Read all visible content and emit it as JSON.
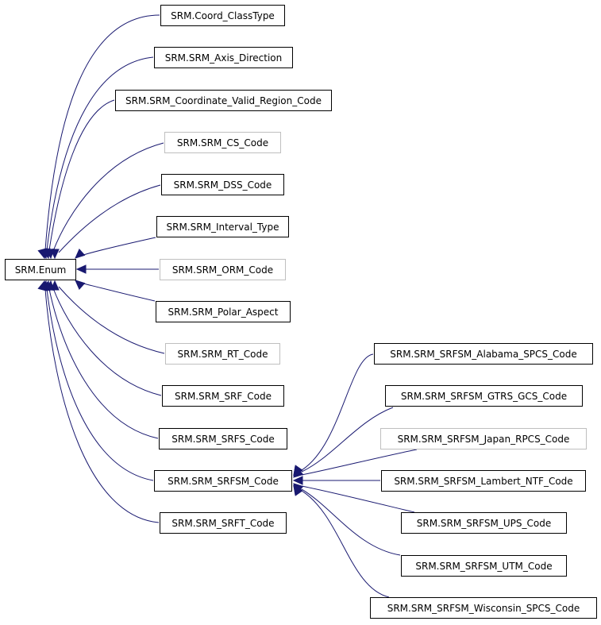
{
  "colors": {
    "edge": "#191970",
    "border": "#000000",
    "border_undocumented": "#bfbfbf",
    "background": "#ffffff"
  },
  "root": {
    "label": "SRM.Enum"
  },
  "classes": [
    {
      "id": "coord-classtype",
      "label": "SRM.Coord_ClassType",
      "documented": true
    },
    {
      "id": "axis-direction",
      "label": "SRM.SRM_Axis_Direction",
      "documented": true
    },
    {
      "id": "coordinate-valid-region-code",
      "label": "SRM.SRM_Coordinate_Valid_Region_Code",
      "documented": true
    },
    {
      "id": "cs-code",
      "label": "SRM.SRM_CS_Code",
      "documented": false
    },
    {
      "id": "dss-code",
      "label": "SRM.SRM_DSS_Code",
      "documented": true
    },
    {
      "id": "interval-type",
      "label": "SRM.SRM_Interval_Type",
      "documented": true
    },
    {
      "id": "orm-code",
      "label": "SRM.SRM_ORM_Code",
      "documented": false
    },
    {
      "id": "polar-aspect",
      "label": "SRM.SRM_Polar_Aspect",
      "documented": true
    },
    {
      "id": "rt-code",
      "label": "SRM.SRM_RT_Code",
      "documented": false
    },
    {
      "id": "srf-code",
      "label": "SRM.SRM_SRF_Code",
      "documented": true
    },
    {
      "id": "srfs-code",
      "label": "SRM.SRM_SRFS_Code",
      "documented": true
    },
    {
      "id": "srfsm-code",
      "label": "SRM.SRM_SRFSM_Code",
      "documented": true
    },
    {
      "id": "srft-code",
      "label": "SRM.SRM_SRFT_Code",
      "documented": true
    }
  ],
  "subclasses": [
    {
      "id": "alabama-spcs-code",
      "label": "SRM.SRM_SRFSM_Alabama_SPCS_Code",
      "documented": true
    },
    {
      "id": "gtrs-gcs-code",
      "label": "SRM.SRM_SRFSM_GTRS_GCS_Code",
      "documented": true
    },
    {
      "id": "japan-rpcs-code",
      "label": "SRM.SRM_SRFSM_Japan_RPCS_Code",
      "documented": false
    },
    {
      "id": "lambert-ntf-code",
      "label": "SRM.SRM_SRFSM_Lambert_NTF_Code",
      "documented": true
    },
    {
      "id": "ups-code",
      "label": "SRM.SRM_SRFSM_UPS_Code",
      "documented": true
    },
    {
      "id": "utm-code",
      "label": "SRM.SRM_SRFSM_UTM_Code",
      "documented": true
    },
    {
      "id": "wisconsin-spcs-code",
      "label": "SRM.SRM_SRFSM_Wisconsin_SPCS_Code",
      "documented": true
    }
  ]
}
